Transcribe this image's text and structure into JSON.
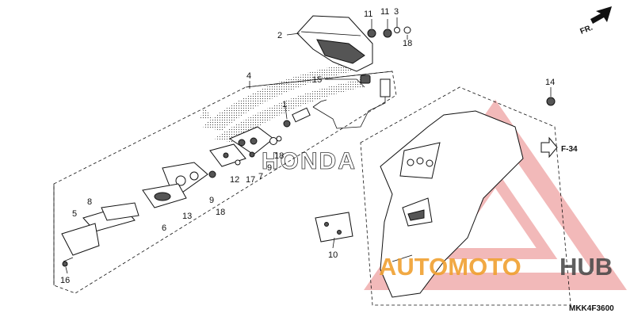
{
  "diagram": {
    "code": "MKK4F3600",
    "direction_label": "FR.",
    "reference_label": "F-34",
    "brand_outline_text": "HONDA",
    "watermark": {
      "prefix": "AUTOMOTO",
      "suffix": "HUB",
      "accent": "#f0a030",
      "dark": "#444444",
      "triangle_color": "#e88080"
    },
    "callouts": {
      "c1": "1",
      "c2": "2",
      "c3": "3",
      "c4": "4",
      "c5": "5",
      "c6": "6",
      "c7": "7",
      "c8": "8",
      "c9a": "9",
      "c9b": "9",
      "c10": "10",
      "c11a": "11",
      "c11b": "11",
      "c12": "12",
      "c13": "13",
      "c14": "14",
      "c15": "15",
      "c16": "16",
      "c17": "17",
      "c18a": "18",
      "c18b": "18",
      "c18c": "18"
    }
  }
}
